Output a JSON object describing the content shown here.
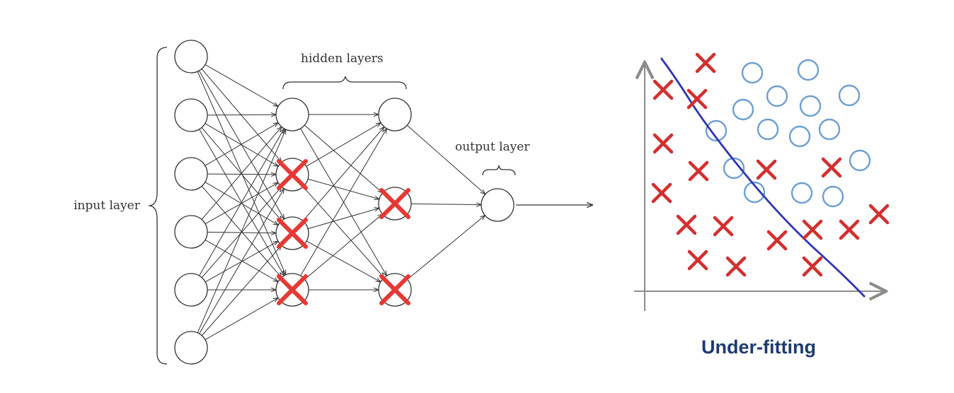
{
  "network": {
    "label_input": "input layer",
    "label_hidden": "hidden layers",
    "label_output": "output layer",
    "layers": [
      {
        "name": "input",
        "nodes": 6,
        "dropped": []
      },
      {
        "name": "hidden-1",
        "nodes": 4,
        "dropped": [
          1,
          2,
          3
        ]
      },
      {
        "name": "hidden-2",
        "nodes": 3,
        "dropped": [
          1,
          2
        ]
      },
      {
        "name": "output",
        "nodes": 1,
        "dropped": []
      }
    ],
    "colors": {
      "line": "#333333",
      "node_stroke": "#333333",
      "dropout_x": "#e53935"
    }
  },
  "scatter": {
    "caption": "Under-fitting",
    "colors": {
      "cross": "#d32f2f",
      "circle": "#6e9fd1",
      "line": "#2f35b5",
      "axis": "#8c8c8c",
      "caption": "#1f3b6e"
    }
  }
}
